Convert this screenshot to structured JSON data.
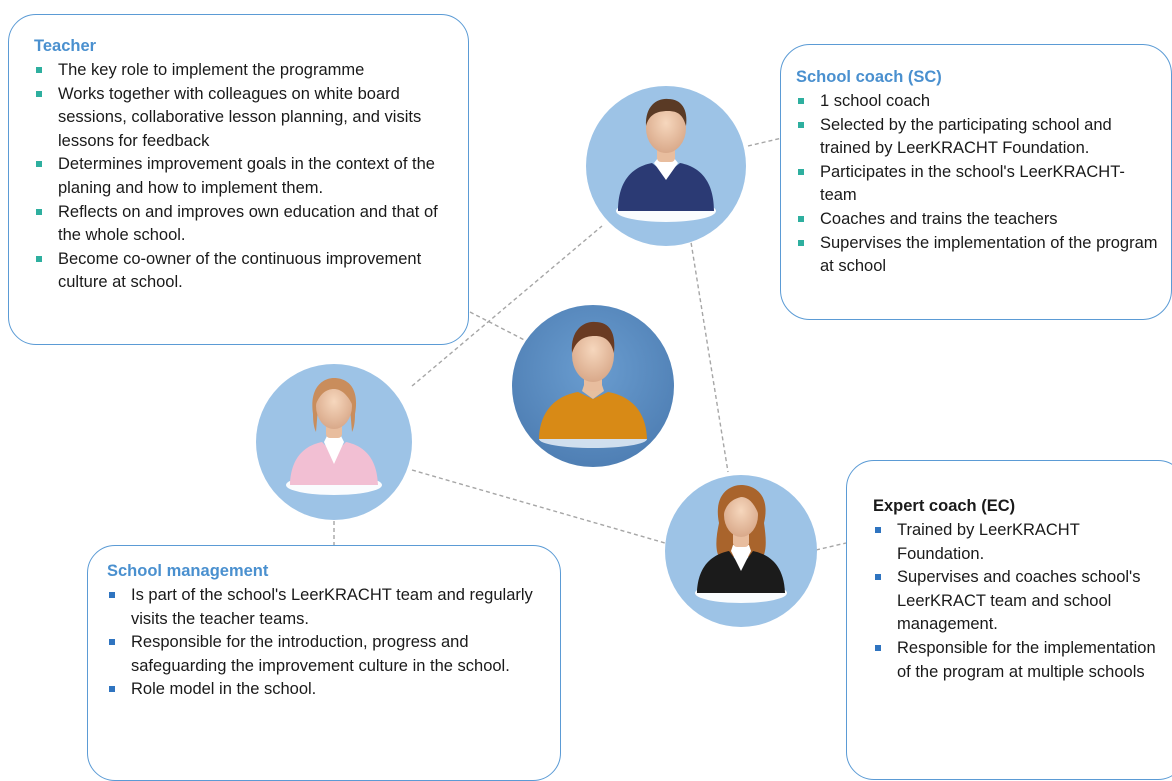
{
  "colors": {
    "box_border": "#5b9bd5",
    "title_blue": "#4a90cf",
    "bullet_teal": "#2eaf9f",
    "bullet_blue": "#2f74c0",
    "circle_light": "#9dc3e6",
    "circle_center": "#5a8ec4",
    "connector": "#a6a6a6"
  },
  "teacher": {
    "title": "Teacher",
    "items": [
      "The key role to implement the programme",
      "Works together with colleagues on white board sessions, collaborative lesson planning, and visits lessons for feedback",
      "Determines improvement goals in the context of the planing and how to implement them.",
      "Reflects on and improves own education and that of the whole school.",
      "Become co-owner of the continuous improvement culture at school."
    ]
  },
  "school_coach": {
    "title": "School coach (SC)",
    "items": [
      "1 school coach",
      "Selected by the participating school and trained by LeerKRACHT Foundation.",
      "Participates in the school's LeerKRACHT-team",
      "Coaches and trains the teachers",
      "Supervises the implementation of the program at school"
    ]
  },
  "school_management": {
    "title": "School management",
    "items": [
      "Is part of the school's LeerKRACHT team and regularly visits the teacher teams.",
      "Responsible for the introduction, progress and safeguarding the improvement culture in the school.",
      "Role model in the school."
    ]
  },
  "expert_coach": {
    "title": "Expert coach (EC)",
    "items": [
      "Trained by LeerKRACHT Foundation.",
      "Supervises and coaches school's LeerKRACT team and school management.",
      "Responsible for the implementation of the program at multiple schools"
    ]
  },
  "avatars": {
    "center": "teacher-avatar-icon",
    "school_coach": "school-coach-avatar-icon",
    "school_management": "school-management-avatar-icon",
    "expert_coach": "expert-coach-avatar-icon"
  }
}
